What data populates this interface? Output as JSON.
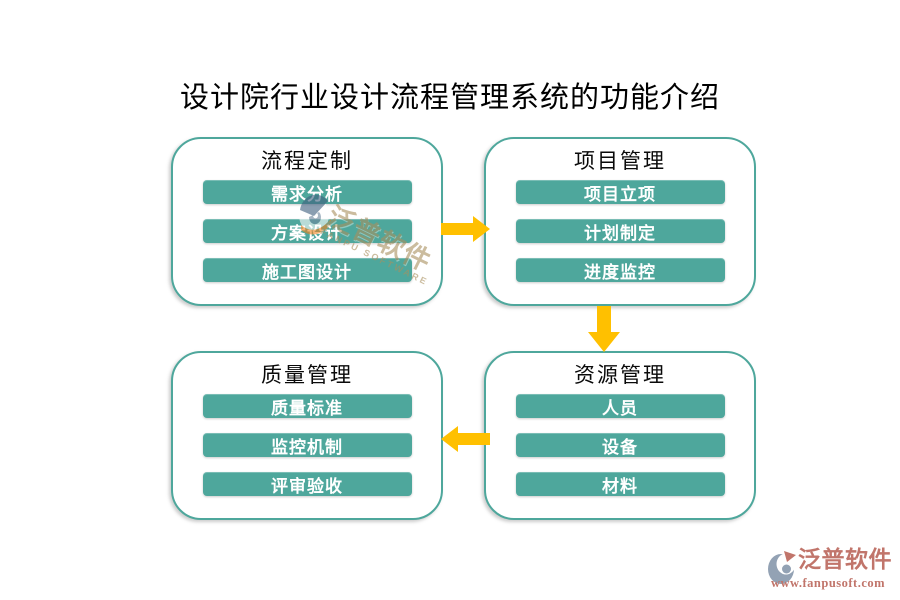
{
  "title": "设计院行业设计流程管理系统的功能介绍",
  "colors": {
    "teal": "#4EA79C",
    "arrow": "#FFC000",
    "pill-text": "#FFFFFF",
    "title-text": "#000000",
    "watermark-tan": "#A9905F",
    "watermark-blue": "#3E5F7E",
    "watermark-orange": "#F0821E",
    "logo-red": "#C1756B",
    "logo-gray": "#93A2B4"
  },
  "diagram": {
    "boxes": [
      {
        "title": "流程定制",
        "items": [
          "需求分析",
          "方案设计",
          "施工图设计"
        ]
      },
      {
        "title": "项目管理",
        "items": [
          "项目立项",
          "计划制定",
          "进度监控"
        ]
      },
      {
        "title": "质量管理",
        "items": [
          "质量标准",
          "监控机制",
          "评审验收"
        ]
      },
      {
        "title": "资源管理",
        "items": [
          "人员",
          "设备",
          "材料"
        ]
      }
    ],
    "arrows": [
      {
        "name": "process-to-project",
        "direction": "right"
      },
      {
        "name": "project-to-resource",
        "direction": "down"
      },
      {
        "name": "resource-to-quality",
        "direction": "left"
      }
    ]
  },
  "watermark": {
    "brand": "泛普软件",
    "brand_en": "FANPU SOFTWARE"
  },
  "footer_logo": {
    "brand": "泛普软件",
    "url": "www.fanpusoft.com"
  }
}
